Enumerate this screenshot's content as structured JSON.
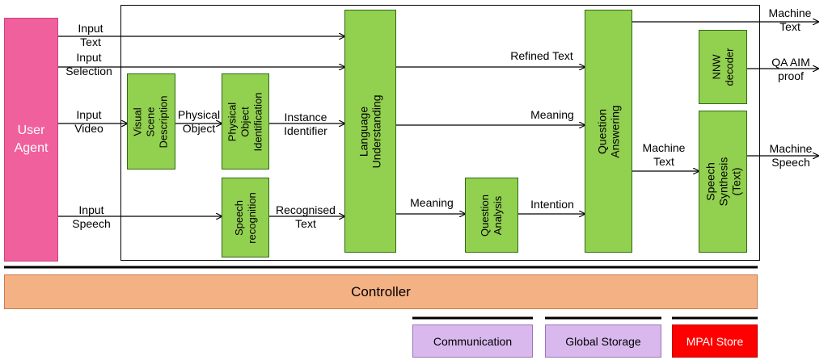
{
  "user_agent": "User\nAgent",
  "controller": "Controller",
  "modules": {
    "visual_scene": "Visual Scene\nDescription",
    "physical_object": "Physical Object\nIdentification",
    "speech_recognition": "Speech\nrecognition",
    "language_understanding": "Language Understanding",
    "question_analysis": "Question\nAnalysis",
    "question_answering": "Question Answering",
    "nnw_decoder": "NNW\ndecoder",
    "speech_synthesis": "Speech Synthesis (Text)"
  },
  "labels": {
    "input_text": "Input\nText",
    "input_selection": "Input\nSelection",
    "input_video": "Input\nVideo",
    "input_speech": "Input\nSpeech",
    "physical_object": "Physical\nObject",
    "instance_identifier": "Instance\nIdentifier",
    "recognised_text": "Recognised\nText",
    "meaning_lu_qa": "Meaning",
    "meaning_lu_qan": "Meaning",
    "refined_text": "Refined Text",
    "intention": "Intention",
    "machine_text_qa": "Machine\nText",
    "machine_text_out": "Machine\nText",
    "qa_aim_proof": "QA AIM\nproof",
    "machine_speech": "Machine\nSpeech"
  },
  "infrastructure": {
    "communication": "Communication",
    "global_storage": "Global Storage",
    "mpai_store": "MPAI Store"
  },
  "colors": {
    "user_agent": "#f0609c",
    "module": "#92d050",
    "controller": "#f4b183",
    "infra": "#d9b8ee",
    "mpai_store": "#ff0000"
  }
}
